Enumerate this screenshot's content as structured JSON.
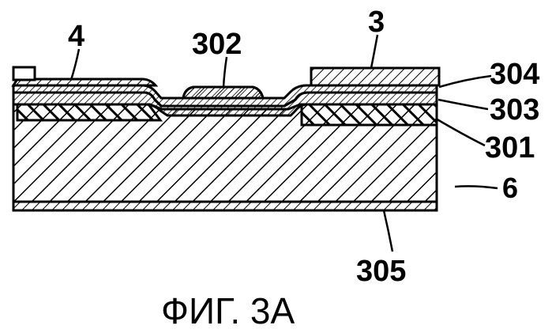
{
  "labels": {
    "l4": "4",
    "l302": "302",
    "l3": "3",
    "l304": "304",
    "l303": "303",
    "l301": "301",
    "l6": "6",
    "l305": "305"
  },
  "caption": "ФИГ. 3А"
}
